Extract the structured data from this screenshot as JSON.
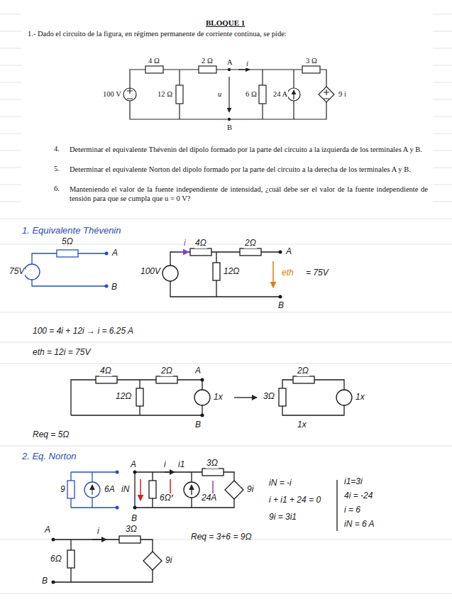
{
  "diagram": {
    "title": "BLOQUE 1",
    "labels": [
      "1.- Dado el circuito de la figura, en régimen permanente de corriente continua, se pide:",
      "4 Ω",
      "2 Ω",
      "A",
      "i",
      "3 Ω",
      "100 V",
      "12 Ω",
      "u",
      "6 Ω",
      "24 A",
      "9 i",
      "B",
      "4.",
      "Determinar el equivalente Thévenin del dipolo formado por la parte del circuito a la izquierda de los terminales A y B.",
      "5.",
      "Determinar el equivalente Norton del dipolo formado por la parte del circuito a la derecha de los terminales A y B.",
      "6.",
      "Manteniendo el valor de la fuente independiente de intensidad, ¿cuál debe ser el valor de la fuente independiente de tensión para que se cumpla que u = 0 V?",
      "1. Equivalente Thévenin",
      "5Ω",
      "A",
      "75V",
      "B",
      "4Ω",
      "2Ω",
      "A",
      "100V",
      "12Ω",
      "i",
      "eth",
      "= 75V",
      "B",
      "100 = 4i + 12i → i = 6.25 A",
      "eth = 12i = 75V",
      "4Ω",
      "2Ω",
      "A",
      "12Ω",
      "B",
      "1x",
      "2Ω",
      "3Ω",
      "1x",
      "1x",
      "Req = 5Ω",
      "2. Eq. Norton",
      "9",
      "6A",
      "A",
      "i",
      "3Ω",
      "iN",
      "6Ω",
      "24A",
      "9i",
      "i1",
      "B",
      "iN = -i",
      "i + i1 + 24 = 0",
      "9i = 3i1",
      "i1=3i",
      "4i = -24",
      "i = 6",
      "iN = 6 A",
      "A",
      "i",
      "3Ω",
      "6Ω",
      "9i",
      "B",
      "Req = 3+6 = 9Ω"
    ]
  }
}
